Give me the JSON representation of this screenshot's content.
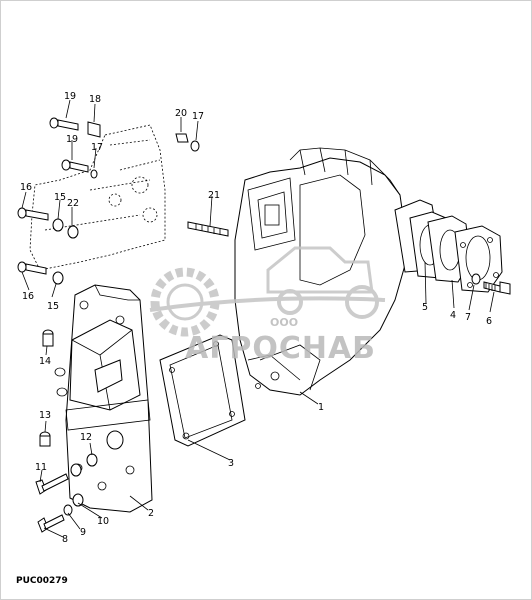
{
  "diagram": {
    "code": "PUC00279",
    "watermark": {
      "company_prefix": "ООО",
      "company_name": "АГРОСНАБ"
    },
    "callouts": {
      "c1": "1",
      "c2": "2",
      "c3": "3",
      "c4": "4",
      "c5": "5",
      "c6": "6",
      "c7": "7",
      "c8": "8",
      "c9": "9",
      "c10": "10",
      "c11": "11",
      "c12": "12",
      "c13": "13",
      "c14": "14",
      "c15a": "15",
      "c15b": "15",
      "c16a": "16",
      "c16b": "16",
      "c17a": "17",
      "c17b": "17",
      "c18": "18",
      "c19a": "19",
      "c19b": "19",
      "c20": "20",
      "c21": "21",
      "c22": "22"
    }
  }
}
